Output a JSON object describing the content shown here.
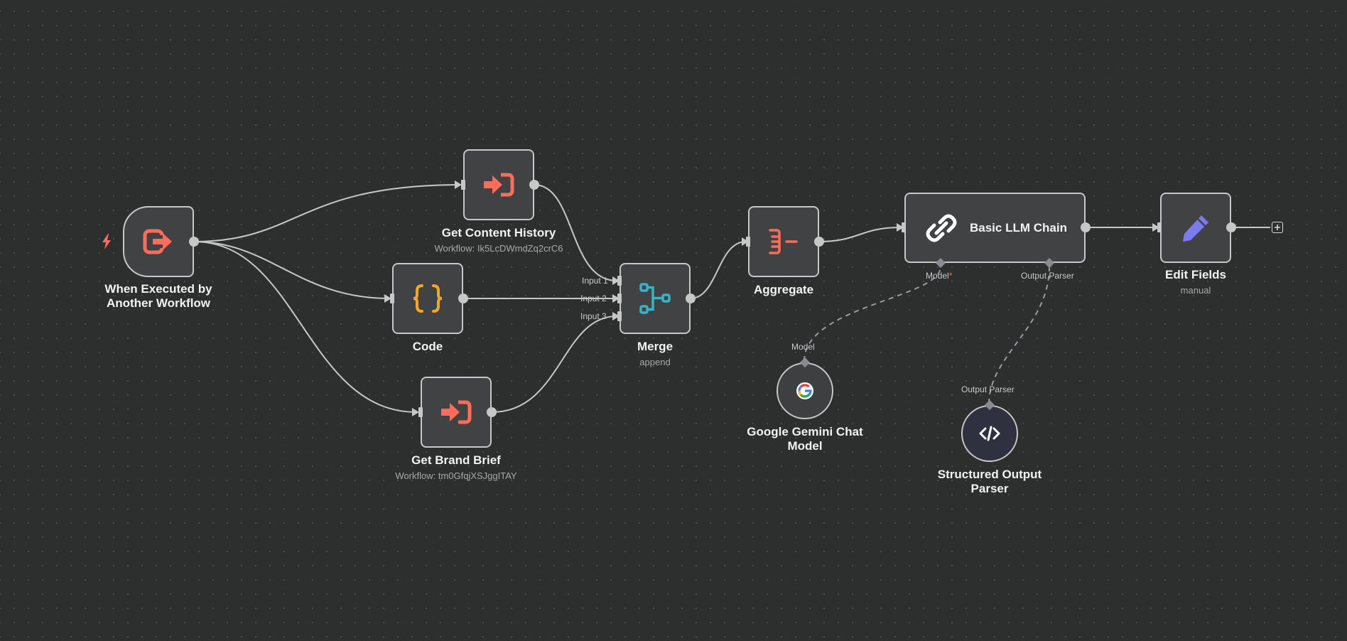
{
  "nodes": {
    "trigger": {
      "title_line1": "When Executed by",
      "title_line2": "Another Workflow"
    },
    "content_history": {
      "title": "Get Content History",
      "subtitle": "Workflow: Ik5LcDWmdZq2crC6"
    },
    "code": {
      "title": "Code"
    },
    "brand_brief": {
      "title": "Get Brand Brief",
      "subtitle": "Workflow: tm0GfqjXSJggITAY"
    },
    "merge": {
      "title": "Merge",
      "subtitle": "append",
      "inputs": [
        "Input 1",
        "Input 2",
        "Input 3"
      ]
    },
    "aggregate": {
      "title": "Aggregate"
    },
    "llm_chain": {
      "title": "Basic LLM Chain",
      "port_model": "Model",
      "port_model_required": "*",
      "port_parser": "Output Parser"
    },
    "edit_fields": {
      "title": "Edit Fields",
      "subtitle": "manual"
    },
    "gemini": {
      "title_line1": "Google Gemini Chat",
      "title_line2": "Model",
      "port": "Model"
    },
    "output_parser": {
      "title_line1": "Structured Output",
      "title_line2": "Parser",
      "port": "Output Parser"
    }
  },
  "icons": {
    "trigger": "workflow-exit-icon",
    "execute_workflow": "sign-in-icon",
    "code": "braces-icon",
    "merge": "merge-icon",
    "aggregate": "aggregate-icon",
    "llm_chain": "link-icon",
    "edit_fields": "pencil-icon",
    "gemini": "google-g-icon",
    "output_parser": "code-tag-icon",
    "trigger_bolt": "lightning-bolt-icon",
    "add": "plus-icon"
  },
  "colors": {
    "canvas": "#2d2e2e",
    "node_fill": "#414244",
    "node_border": "#c7c7c7",
    "accent_red": "#ff6d5a",
    "accent_orange": "#f5a623",
    "merge_teal": "#35b4c9",
    "edit_purple": "#7b7bf0"
  }
}
